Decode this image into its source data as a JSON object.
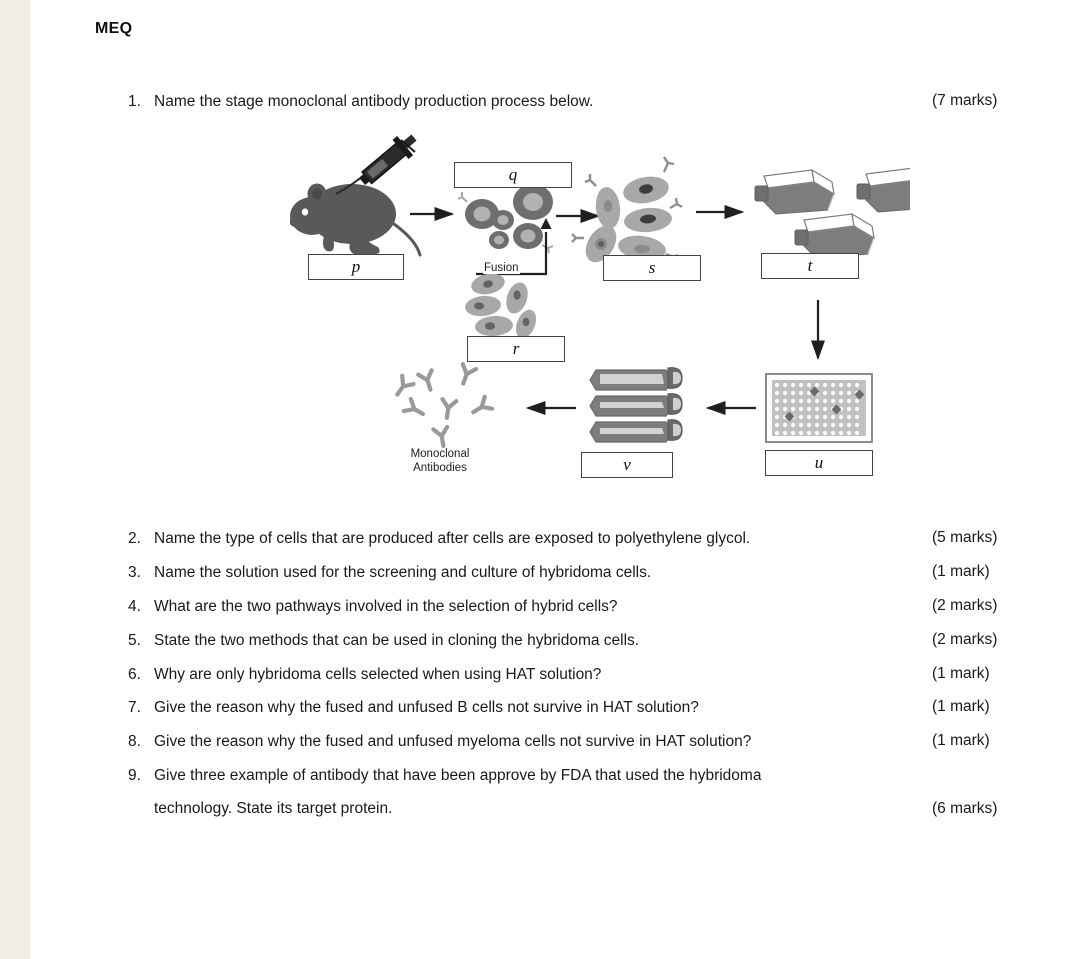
{
  "page": {
    "title": "MEQ",
    "background_color": "#ffffff",
    "margin_strip_color": "#f1ede4"
  },
  "questions": [
    {
      "number": "1.",
      "text": "Name the stage monoclonal antibody production process below.",
      "marks": "(7 marks)"
    },
    {
      "number": "2.",
      "text": "Name the type of cells that are produced after cells are exposed to polyethylene glycol.",
      "marks": "(5 marks)"
    },
    {
      "number": "3.",
      "text": "Name the solution used for the screening and culture of hybridoma cells.",
      "marks": "(1 mark)"
    },
    {
      "number": "4.",
      "text": "What are the two pathways involved in the selection of hybrid cells?",
      "marks": "(2 marks)"
    },
    {
      "number": "5.",
      "text": "State the two methods that can be used in cloning the hybridoma cells.",
      "marks": "(2 marks)"
    },
    {
      "number": "6.",
      "text": "Why are only hybridoma cells selected when using HAT solution?",
      "marks": "(1 mark)"
    },
    {
      "number": "7.",
      "text": "Give the reason why the fused and unfused B cells not survive in HAT solution?",
      "marks": "(1 mark)"
    },
    {
      "number": "8.",
      "text": "Give the reason why the fused and unfused myeloma cells not survive in HAT solution?",
      "marks": "(1 mark)"
    },
    {
      "number": "9.",
      "text": "Give three example of antibody that have been approve by FDA that used the hybridoma",
      "continuation": "technology. State its target protein.",
      "marks": "(6 marks)"
    }
  ],
  "diagram": {
    "caption_labels": {
      "fusion": "Fusion",
      "monoclonal_antibodies": "Monoclonal\nAntibodies",
      "monoclonal_antibodies_line1": "Monoclonal",
      "monoclonal_antibodies_line2": "Antibodies"
    },
    "answer_boxes": [
      {
        "id": "p",
        "label": "p"
      },
      {
        "id": "q",
        "label": "q"
      },
      {
        "id": "r",
        "label": "r"
      },
      {
        "id": "s",
        "label": "s"
      },
      {
        "id": "t",
        "label": "t"
      },
      {
        "id": "u",
        "label": "u"
      },
      {
        "id": "v",
        "label": "v"
      }
    ],
    "colors": {
      "mouse": "#595959",
      "cell_dark": "#6e6e6e",
      "cell_light": "#a8a8a8",
      "flask_body": "#7d7d7d",
      "plate_grid": "#b5b5b5",
      "antibody": "#9a9a9a",
      "arrow": "#1f1f1f",
      "box_border": "#444444"
    }
  }
}
